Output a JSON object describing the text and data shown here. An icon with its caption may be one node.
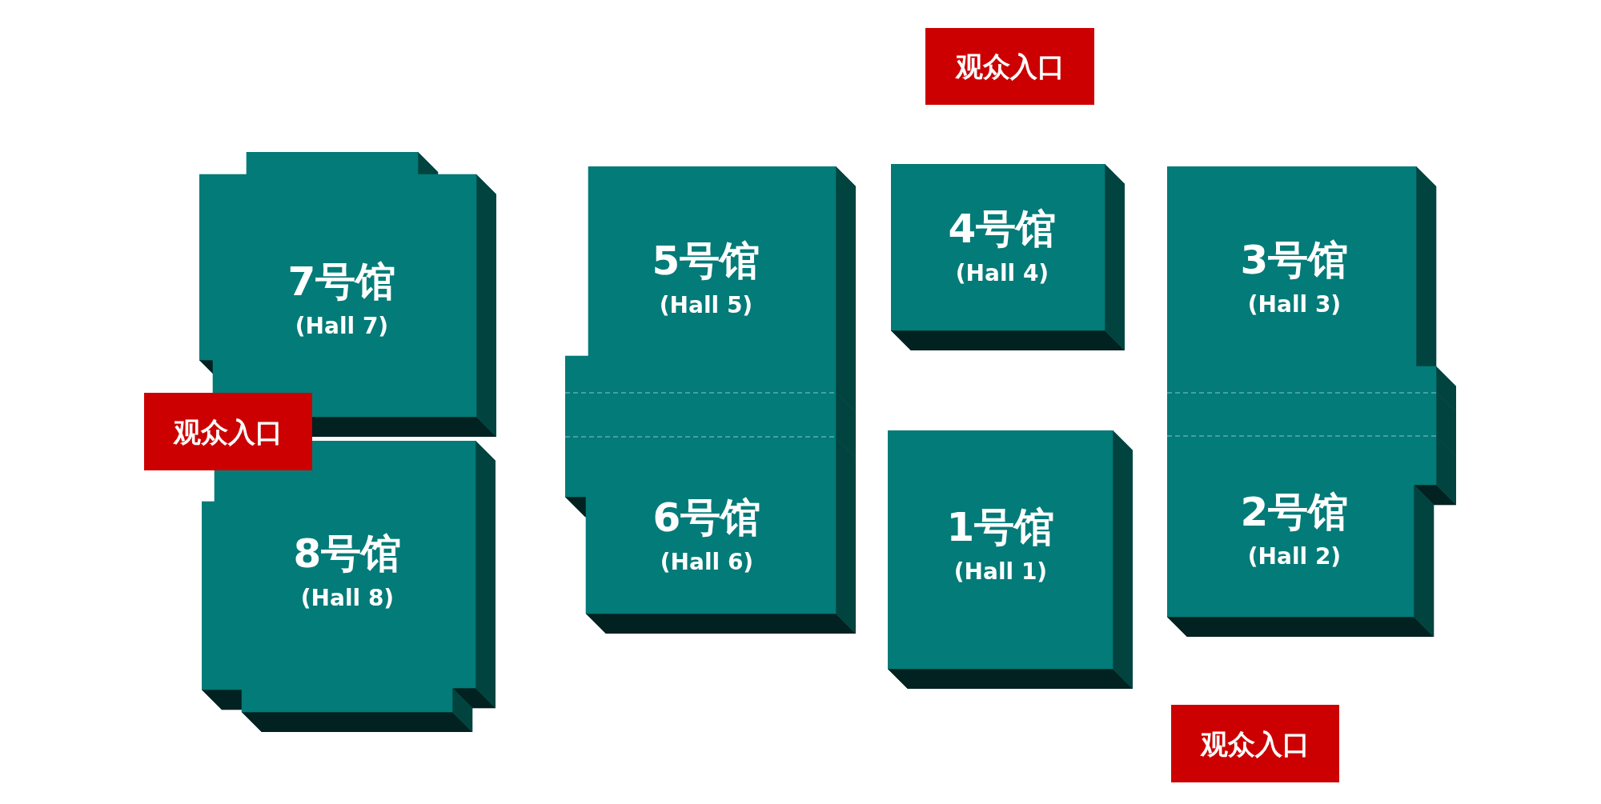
{
  "diagram": {
    "nodes": [
      {
        "text": [
          "观众入口"
        ]
      },
      {
        "text": [
          "7号馆",
          "(Hall 7)"
        ]
      },
      {
        "text": [
          "5号馆",
          "(Hall 5)"
        ]
      },
      {
        "text": [
          "4号馆",
          "(Hall 4)"
        ]
      },
      {
        "text": [
          "3号馆",
          "(Hall 3)"
        ]
      },
      {
        "text": [
          "观众入口"
        ]
      },
      {
        "text": [
          "8号馆",
          "(Hall 8)"
        ]
      },
      {
        "text": [
          "6号馆",
          "(Hall 6)"
        ]
      },
      {
        "text": [
          "1号馆",
          "(Hall 1)"
        ]
      },
      {
        "text": [
          "2号馆",
          "(Hall 2)"
        ]
      },
      {
        "text": [
          "观众入口"
        ]
      }
    ]
  }
}
